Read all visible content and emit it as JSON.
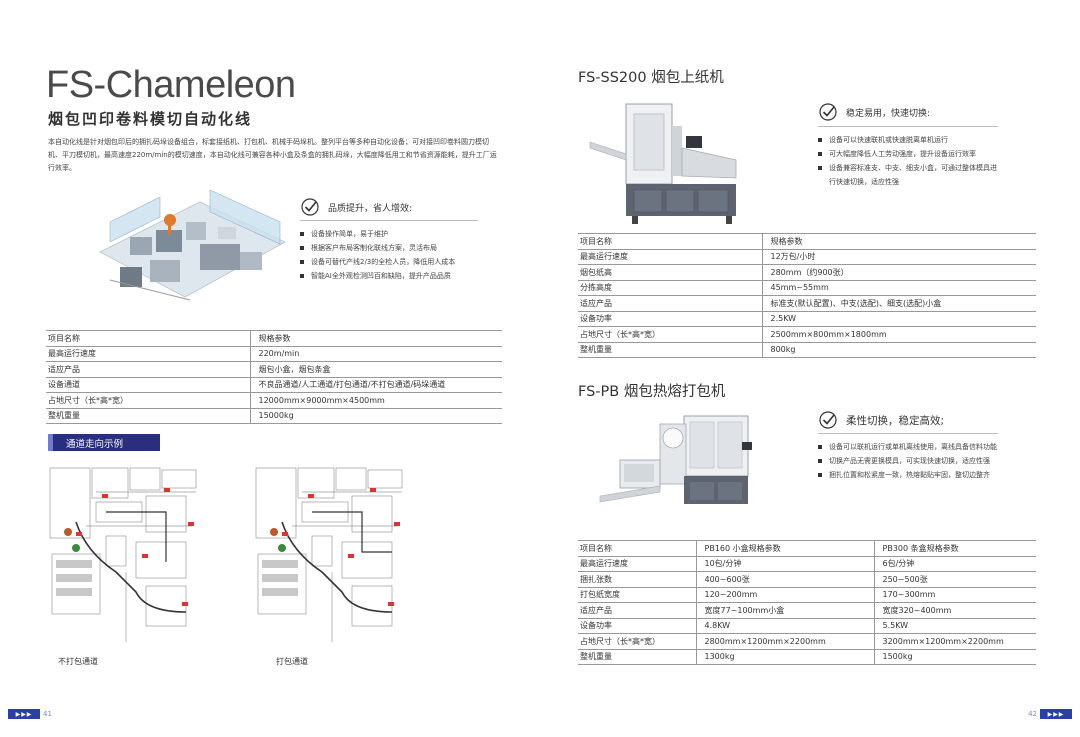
{
  "left": {
    "title": "FS-Chameleon",
    "subtitle": "烟包凹印卷料模切自动化线",
    "intro": "本自动化线是针对烟包印后的拥扎码垛设备组合，标套接纸机、打包机、机械手码垛机。整列平台等多种自动化设备；可对接凹印卷料圆刀模切机、平刀模切机，最高速度220m/min的模切速度，本自动化线可兼容各种小盒及条盒的拥扎码垛，大幅度降低用工和节省资源能耗，提升工厂运行效率。",
    "feature": {
      "heading": "品质提升，省人增效:",
      "bullets": [
        "设备操作简单，易于维护",
        "根据客户布局客制化联线方案，灵活布局",
        "设备可替代产线2/3的全检人员，降低用人成本",
        "智能AI全外观检测凹百和缺陷，提升产品品质"
      ]
    },
    "spec_table": [
      [
        "项目名称",
        "规格参数"
      ],
      [
        "最高运行速度",
        "220m/min"
      ],
      [
        "适应产品",
        "烟包小盒，烟包条盒"
      ],
      [
        "设备通道",
        "不良品通道/人工通道/打包通道/不打包通道/码垛通道"
      ],
      [
        "占地尺寸（长*高*宽）",
        "12000mm×9000mm×4500mm"
      ],
      [
        "整机重量",
        "15000kg"
      ]
    ],
    "section_label": "通道走向示例",
    "captions": [
      "不打包通道",
      "打包通道"
    ],
    "page_number": "41",
    "nav_arrows": "▶▶▶"
  },
  "right": {
    "ss200": {
      "title": "FS-SS200 烟包上纸机",
      "feature_heading": "稳定易用，快速切换:",
      "bullets": [
        "设备可以快速联机或快速脱离单机运行",
        "可大幅度降低人工劳动强度，提升设备运行效率",
        "设备兼容标准支、中支、细支小盒，可通过整体模具进行快速切换，适应性强"
      ],
      "spec_table": [
        [
          "项目名称",
          "规格参数"
        ],
        [
          "最高运行速度",
          "12万包/小时"
        ],
        [
          "烟包纸高",
          "280mm（约900张）"
        ],
        [
          "分拣高度",
          "45mm~55mm"
        ],
        [
          "适应产品",
          "标准支(默认配置)、中支(选配)、细支(选配)小盒"
        ],
        [
          "设备功率",
          "2.5KW"
        ],
        [
          "占地尺寸（长*高*宽）",
          "2500mm×800mm×1800mm"
        ],
        [
          "整机重量",
          "800kg"
        ]
      ]
    },
    "pb": {
      "title": "FS-PB 烟包热熔打包机",
      "feature_heading": "柔性切换，稳定高效;",
      "bullets": [
        "设备可以联机运行或单机离线使用，离线具备信料功能",
        "切换产品无需更换模具，可实现快速切换，适应性强",
        "捆扎位置和松紧度一致，热熔黏贴牢固，整切边整齐"
      ],
      "spec_table": [
        [
          "项目名称",
          "PB160 小盒规格参数",
          "PB300 条盒规格参数"
        ],
        [
          "最高运行速度",
          "10包/分钟",
          "6包/分钟"
        ],
        [
          "捆扎张数",
          "400~600张",
          "250~500张"
        ],
        [
          "打包纸宽度",
          "120~200mm",
          "170~300mm"
        ],
        [
          "适应产品",
          "宽度77~100mm小盒",
          "宽度320~400mm"
        ],
        [
          "设备功率",
          "4.8KW",
          "5.5KW"
        ],
        [
          "占地尺寸（长*高*宽）",
          "2800mm×1200mm×2200mm",
          "3200mm×1200mm×2200mm"
        ],
        [
          "整机重量",
          "1300kg",
          "1500kg"
        ]
      ]
    },
    "page_number": "42",
    "nav_arrows": "▶▶▶"
  }
}
